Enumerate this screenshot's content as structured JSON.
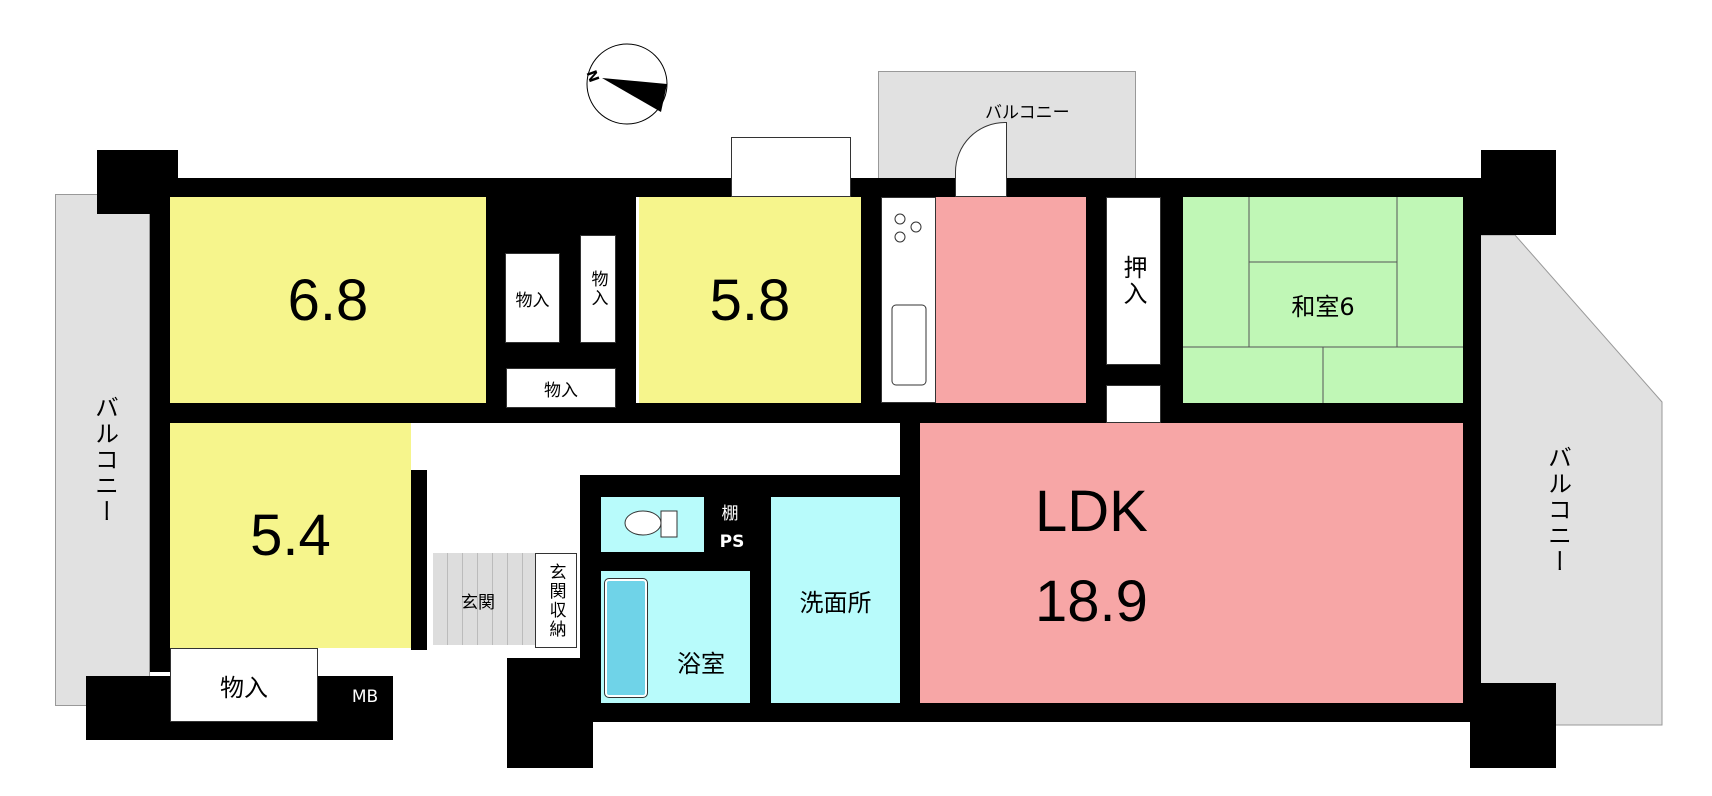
{
  "rooms": {
    "western1": "6.8",
    "western2": "5.8",
    "western3": "5.4",
    "washitsu": "和室6",
    "ldk_label": "LDK",
    "ldk_size": "18.9",
    "washroom": "洗面所",
    "bath": "浴室",
    "entrance": "玄関",
    "entrance_storage": "玄関収納",
    "closet": "物入",
    "oshiire": "押入",
    "shelf": "棚",
    "ps": "PS",
    "mb": "MB",
    "balcony": "バルコニー"
  },
  "compass": {
    "label": "N"
  },
  "colors": {
    "western": "#f6f58c",
    "ldk": "#f7a6a6",
    "washitsu": "#c0f7b6",
    "wet": "#b8fbfb",
    "balcony": "#e1e1e1"
  }
}
